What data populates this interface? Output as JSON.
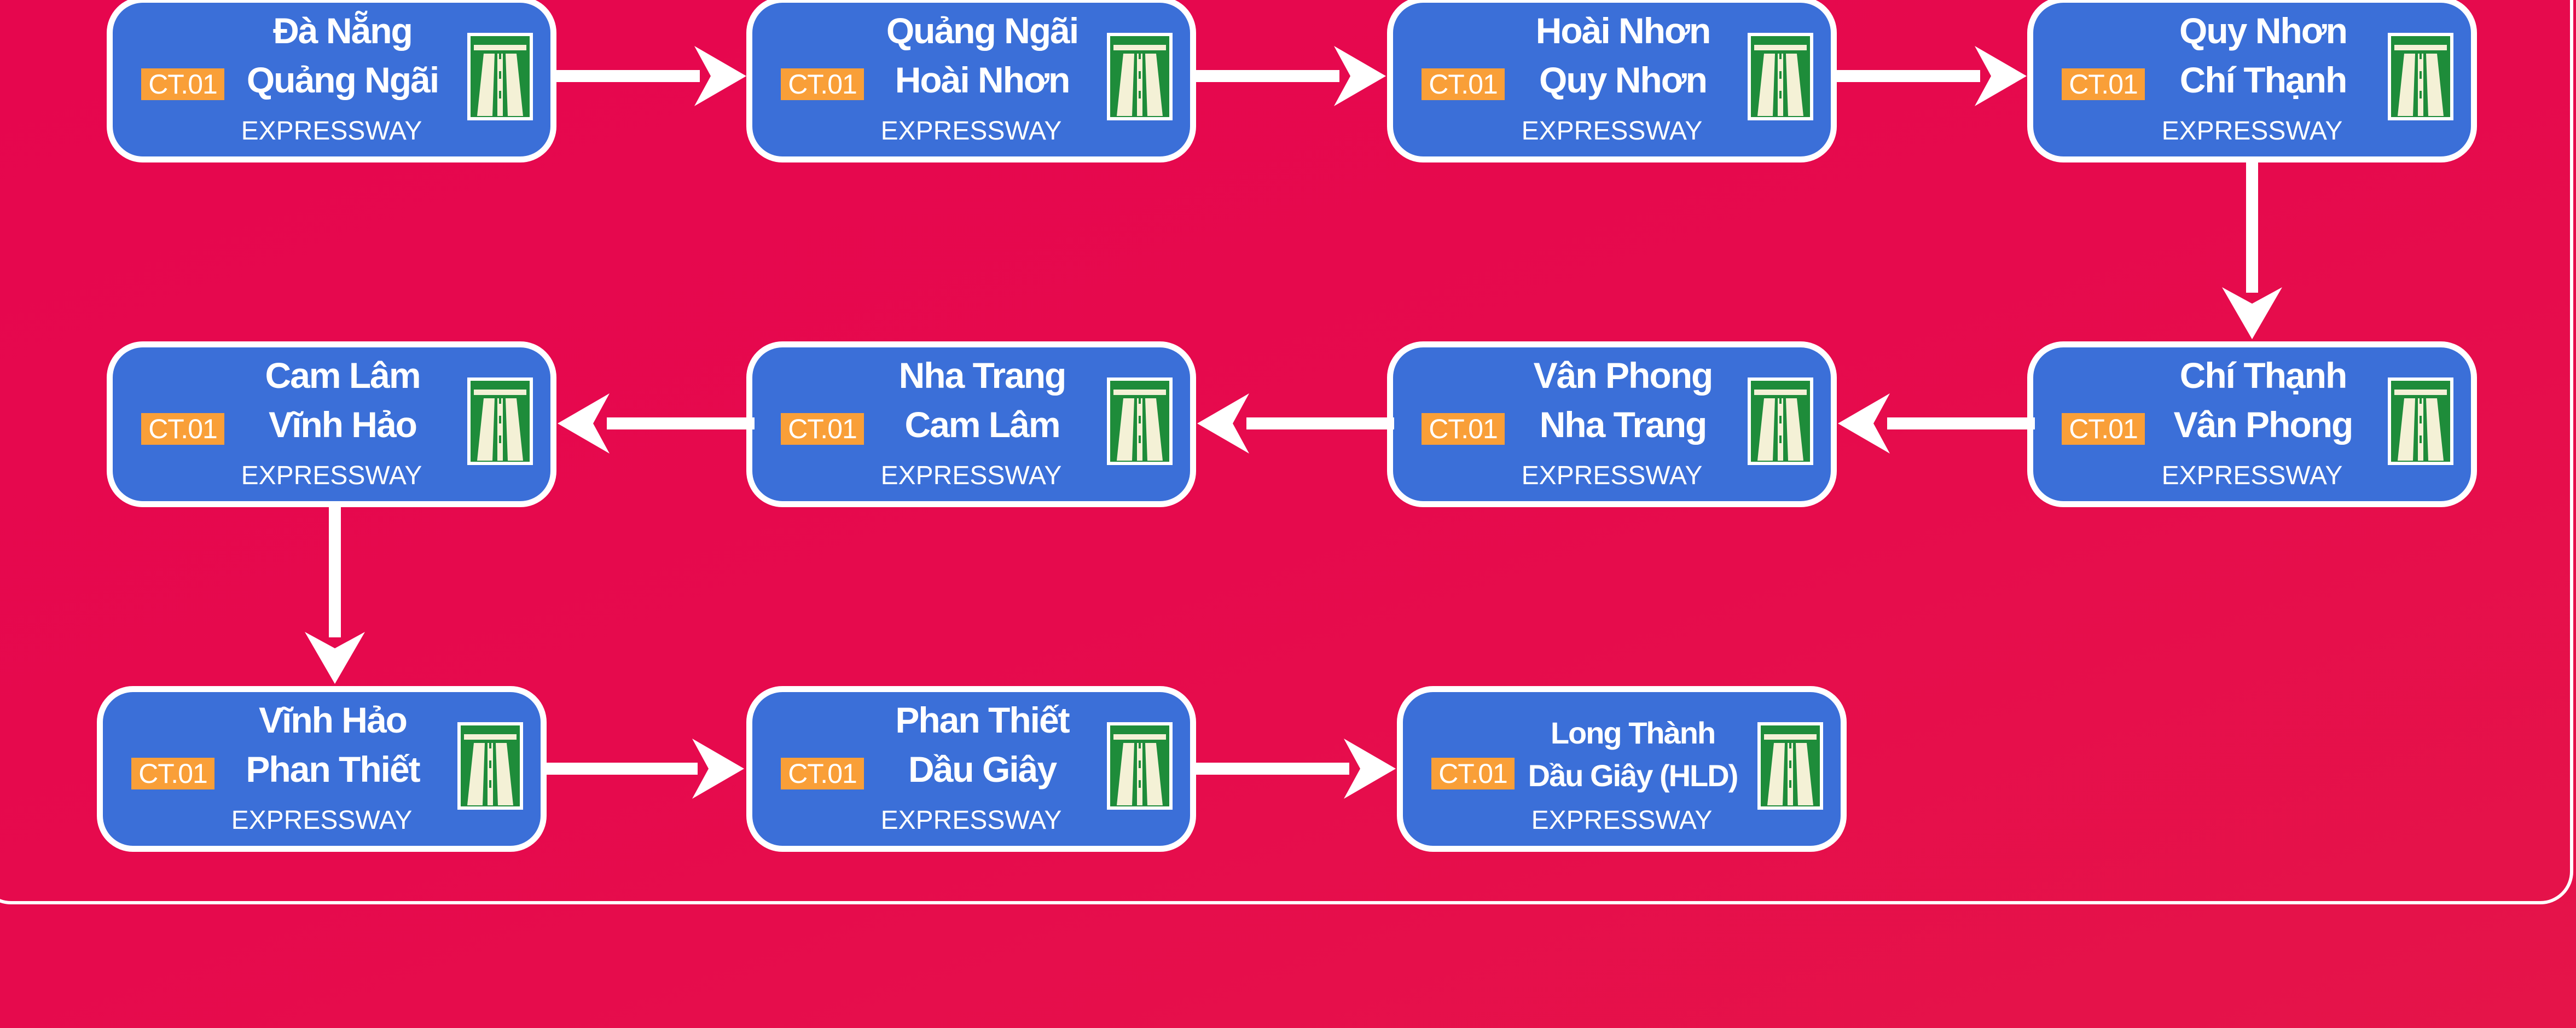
{
  "route_code": "CT.01",
  "type_label": "EXPRESSWAY",
  "icon": "expressway-icon",
  "colors": {
    "background": "#e60a4d",
    "sign": "#3b6fd8",
    "shield": "#f99f38",
    "icon_green": "#1e8c3a",
    "icon_road": "#f4f1d6"
  },
  "segments": [
    {
      "line1": "Đà Nẵng",
      "line2": "Quảng Ngãi"
    },
    {
      "line1": "Quảng Ngãi",
      "line2": "Hoài Nhơn"
    },
    {
      "line1": "Hoài Nhơn",
      "line2": "Quy Nhơn"
    },
    {
      "line1": "Quy Nhơn",
      "line2": "Chí Thạnh"
    },
    {
      "line1": "Chí Thạnh",
      "line2": "Vân Phong"
    },
    {
      "line1": "Vân Phong",
      "line2": "Nha Trang"
    },
    {
      "line1": "Nha Trang",
      "line2": "Cam Lâm"
    },
    {
      "line1": "Cam Lâm",
      "line2": "Vĩnh Hảo"
    },
    {
      "line1": "Vĩnh Hảo",
      "line2": "Phan Thiết"
    },
    {
      "line1": "Phan Thiết",
      "line2": "Dầu Giây"
    },
    {
      "line1": "Long Thành",
      "line2": "Dầu Giây (HLD)"
    }
  ]
}
